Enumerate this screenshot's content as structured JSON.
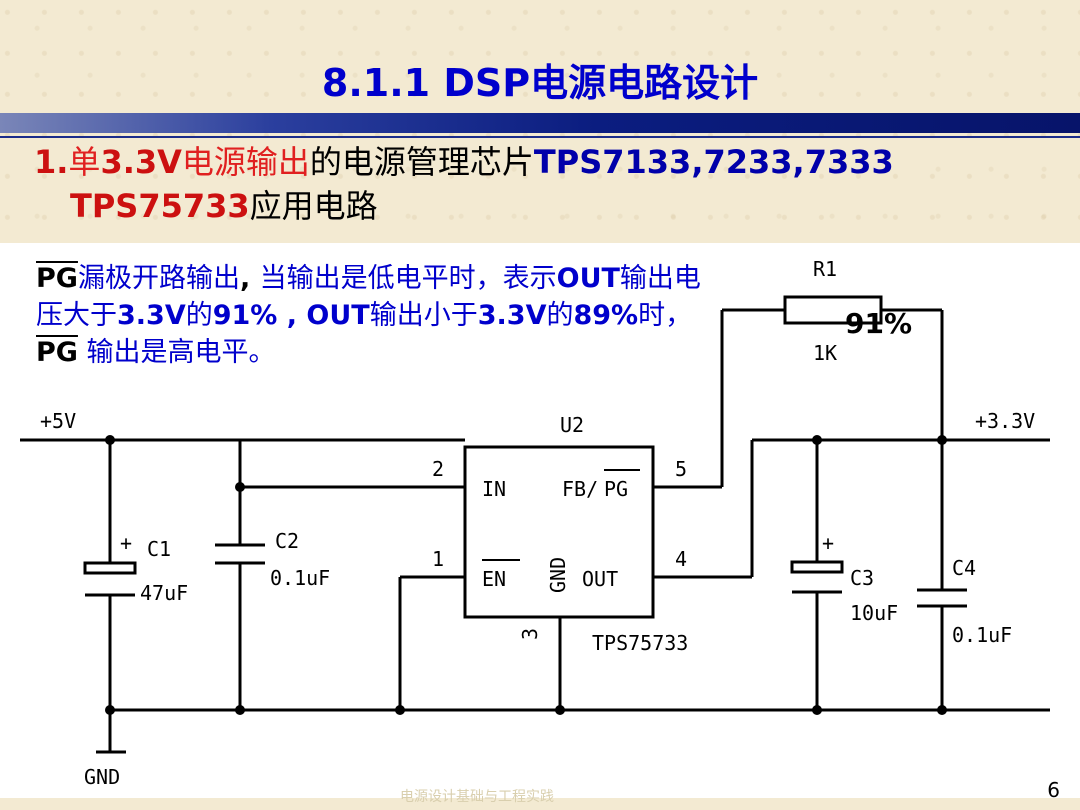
{
  "slide": {
    "title": "8.1.1 DSP电源电路设计",
    "heading": {
      "p1": "1.",
      "p2": "单",
      "p3": "3.3V",
      "p4": "电源输出",
      "p5": "的电源管理芯片",
      "p6": "TPS7133,7233,7333",
      "p7": "TPS75733",
      "p8": "应用电路"
    },
    "note": {
      "pg1": "PG",
      "t1": "漏极开路输出",
      "t2": ", ",
      "t3": "当输出是低电平时，表示",
      "t4": "OUT",
      "t5": "输出电压大于",
      "t6": "3.3V",
      "t7": "的",
      "t8": "91%",
      "t9": " , OUT",
      "t10": "输出小于",
      "t11": "3.3V",
      "t12": "的",
      "t13": "89%",
      "t14": "时，",
      "pg2": "PG",
      "t15": " 输出是高电平。"
    },
    "footer": "电源设计基础与工程实践",
    "page_number": "6"
  },
  "schematic": {
    "vin": "+5V",
    "vout": "+3.3V",
    "gnd": "GND",
    "r1_name": "R1",
    "r1_value": "1K",
    "r1_note": "91%",
    "u2_name": "U2",
    "u2_part": "TPS75733",
    "pin_in": "IN",
    "pin_fbpg": "FB/",
    "pin_pg": "PG",
    "pin_en": "EN",
    "pin_gnd": "GND",
    "pin_out": "OUT",
    "pin2": "2",
    "pin1": "1",
    "pin5": "5",
    "pin4": "4",
    "pin3": "3",
    "c1_name": "C1",
    "c1_value": "47uF",
    "c2_name": "C2",
    "c2_value": "0.1uF",
    "c3_name": "C3",
    "c3_value": "10uF",
    "c4_name": "C4",
    "c4_value": "0.1uF",
    "plus": "+"
  }
}
